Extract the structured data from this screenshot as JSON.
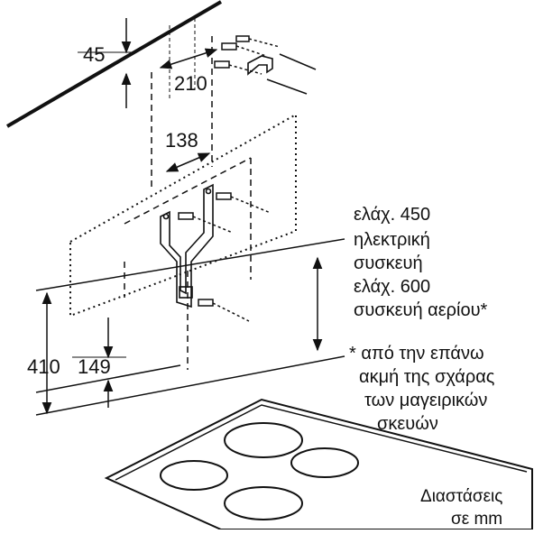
{
  "dimensions": {
    "d45": "45",
    "d210": "210",
    "d138": "138",
    "d410": "410",
    "d149": "149"
  },
  "clearance_note": {
    "line1": "ελάχ. 450",
    "line2": "ηλεκτρική",
    "line3": "συσκευή",
    "line4": "ελάχ. 600",
    "line5": "συσκευή αερίου*"
  },
  "footnote": {
    "line1": "* από την επάνω",
    "line2": "ακμή της σχάρας",
    "line3": "των μαγειρικών",
    "line4": "σκευών"
  },
  "units": {
    "line1": "Διαστάσεις",
    "line2": "σε mm"
  }
}
